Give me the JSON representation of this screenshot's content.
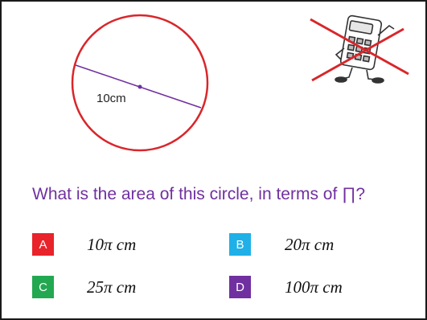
{
  "diagram": {
    "diameter_label": "10cm",
    "circle_color": "#d9262a",
    "diameter_color": "#7030a0"
  },
  "calculator_icon": {
    "name": "no-calculator-icon",
    "cross_color": "#d9262a"
  },
  "question": {
    "text": "What is the area of this circle, in terms of ∏?",
    "color": "#7030a0"
  },
  "options": [
    {
      "letter": "A",
      "answer": "10π cm",
      "color": "#e8232a"
    },
    {
      "letter": "B",
      "answer": "20π cm",
      "color": "#1fb0e8"
    },
    {
      "letter": "C",
      "answer": "25π cm",
      "color": "#22a850"
    },
    {
      "letter": "D",
      "answer": "100π cm",
      "color": "#7030a0"
    }
  ]
}
